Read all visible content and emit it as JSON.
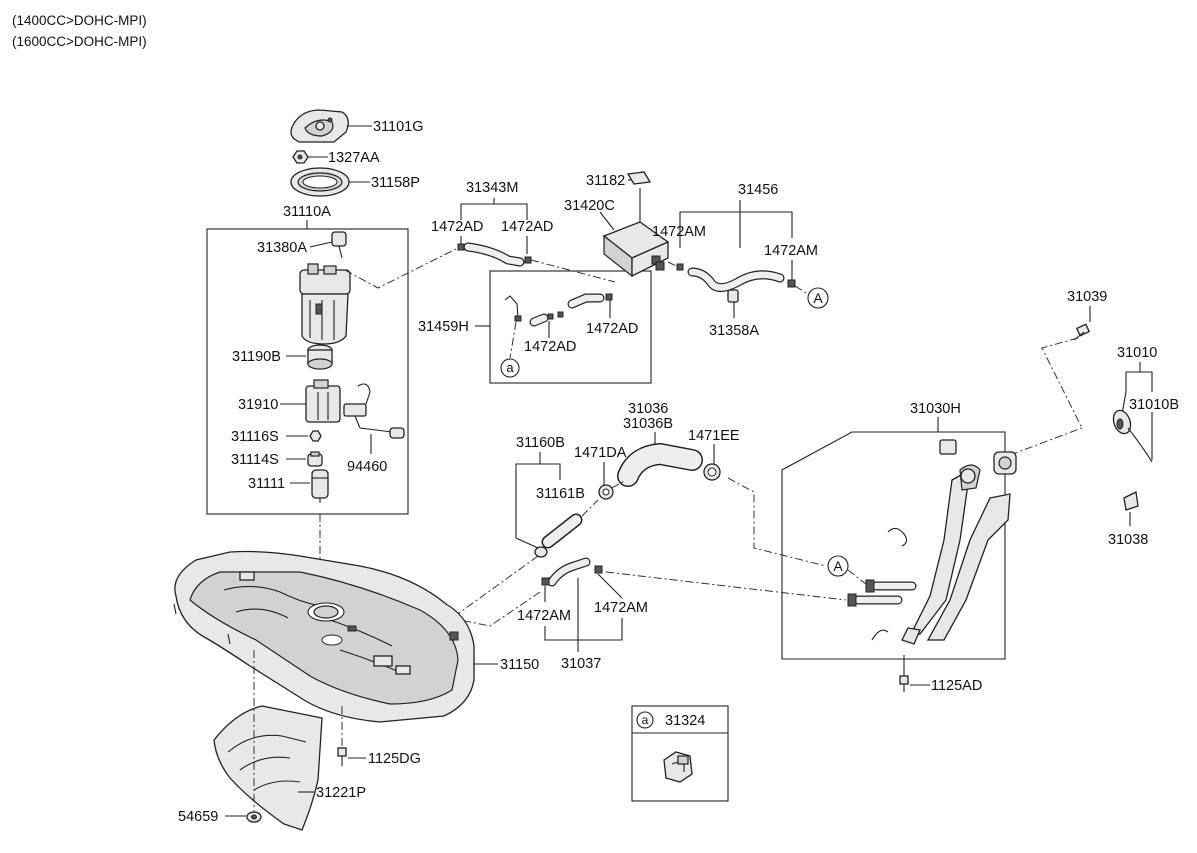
{
  "header": {
    "line1": "(1400CC>DOHC-MPI)",
    "line2": "(1600CC>DOHC-MPI)"
  },
  "labels": {
    "p31101G": "31101G",
    "p1327AA": "1327AA",
    "p31158P": "31158P",
    "p31110A": "31110A",
    "p31380A": "31380A",
    "p31190B": "31190B",
    "p31910": "31910",
    "p31116S": "31116S",
    "p31114S": "31114S",
    "p31111": "31111",
    "p94460": "94460",
    "p31343M": "31343M",
    "p1472AD_l": "1472AD",
    "p1472AD_r": "1472AD",
    "p31459H": "31459H",
    "p1472AD_box_r": "1472AD",
    "p1472AD_box_b": "1472AD",
    "p31182": "31182",
    "p31420C": "31420C",
    "p31456": "31456",
    "p1472AM_t1": "1472AM",
    "p1472AM_t2": "1472AM",
    "p31358A": "31358A",
    "p31039": "31039",
    "p31010": "31010",
    "p31010B": "31010B",
    "p31038": "31038",
    "p31030H": "31030H",
    "p31036": "31036",
    "p31036B": "31036B",
    "p1471EE": "1471EE",
    "p1471DA": "1471DA",
    "p31160B": "31160B",
    "p31161B": "31161B",
    "p1472AM_b1": "1472AM",
    "p1472AM_b2": "1472AM",
    "p31037": "31037",
    "p31150": "31150",
    "p1125DG": "1125DG",
    "p31221P": "31221P",
    "p54659": "54659",
    "p1125AD": "1125AD",
    "p31324": "31324"
  },
  "callouts": {
    "A_top": "A",
    "A_filler": "A",
    "a_box": "a",
    "a_legend": "a"
  }
}
